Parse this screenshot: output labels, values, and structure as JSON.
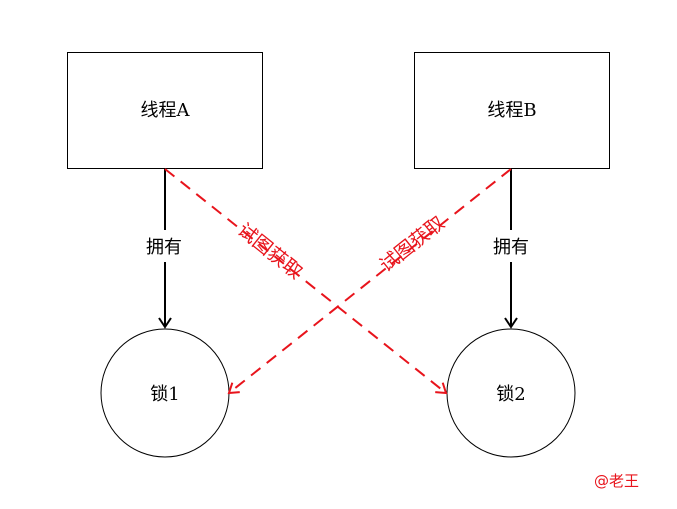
{
  "nodes": {
    "thread_a": "线程A",
    "thread_b": "线程B",
    "lock_1": "锁1",
    "lock_2": "锁2"
  },
  "edges": {
    "a_owns_lock1": "拥有",
    "b_owns_lock2": "拥有",
    "a_tries_lock2": "试图获取",
    "b_tries_lock1": "试图获取"
  },
  "watermark": "@老王",
  "colors": {
    "solid": "#000000",
    "dashed": "#e8141c",
    "watermark": "#e8141c"
  }
}
